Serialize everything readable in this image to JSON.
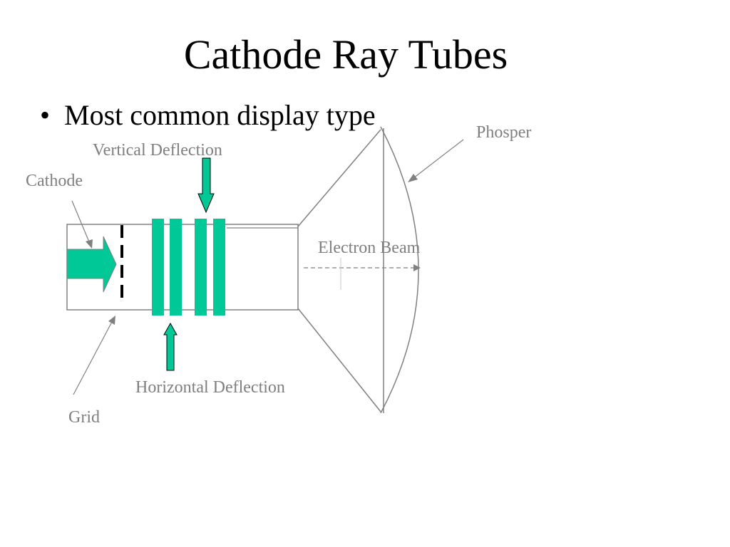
{
  "slide": {
    "title": "Cathode Ray Tubes",
    "bullets": [
      "Most common display type"
    ]
  },
  "diagram": {
    "labels": {
      "cathode": "Cathode",
      "grid": "Grid",
      "vertical_deflection": "Vertical Deflection",
      "horizontal_deflection": "Horizontal Deflection",
      "electron_beam": "Electron Beam",
      "phosphor": "Phosper"
    },
    "colors": {
      "plate": "#00c896",
      "outline": "#808080",
      "label": "#7f7f7f",
      "grid_line": "#000000"
    }
  }
}
